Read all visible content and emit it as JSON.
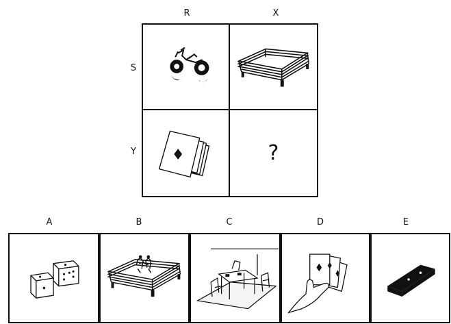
{
  "matrix": {
    "col_labels": [
      "R",
      "X"
    ],
    "row_labels": [
      "S",
      "Y"
    ],
    "cells": [
      {
        "id": "R-S",
        "content": "bicycle-icon"
      },
      {
        "id": "X-S",
        "content": "boxing-ring-icon"
      },
      {
        "id": "R-Y",
        "content": "playing-cards-icon"
      },
      {
        "id": "X-Y",
        "text": "?"
      }
    ]
  },
  "options": [
    {
      "label": "A",
      "icon": "dice-icon"
    },
    {
      "label": "B",
      "icon": "boxing-ring-with-boxers-icon"
    },
    {
      "label": "C",
      "icon": "card-table-scene-icon"
    },
    {
      "label": "D",
      "icon": "hand-holding-cards-icon"
    },
    {
      "label": "E",
      "icon": "domino-icon"
    }
  ]
}
